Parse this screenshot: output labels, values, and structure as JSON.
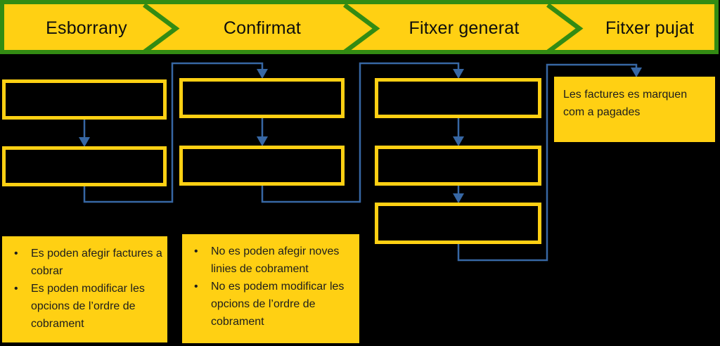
{
  "colors": {
    "yellow": "#FFD013",
    "green": "#338B13",
    "blue": "#3767A4",
    "text_dark": "#1D1D1D",
    "background": "#000000"
  },
  "stages": [
    {
      "label": "Esborrany"
    },
    {
      "label": "Confirmat"
    },
    {
      "label": "Fitxer generat"
    },
    {
      "label": "Fitxer pujat"
    }
  ],
  "notes": {
    "esborrany_rules": [
      "Es poden afegir factures a cobrar",
      "Es poden modificar les opcions de l’ordre de cobrament"
    ],
    "confirmat_rules": [
      "No es poden afegir noves linies de cobrament",
      "No es podem modificar les opcions de l’ordre de cobrament"
    ],
    "fitxer_pujat_note": "Les factures es marquen com a pagades"
  }
}
